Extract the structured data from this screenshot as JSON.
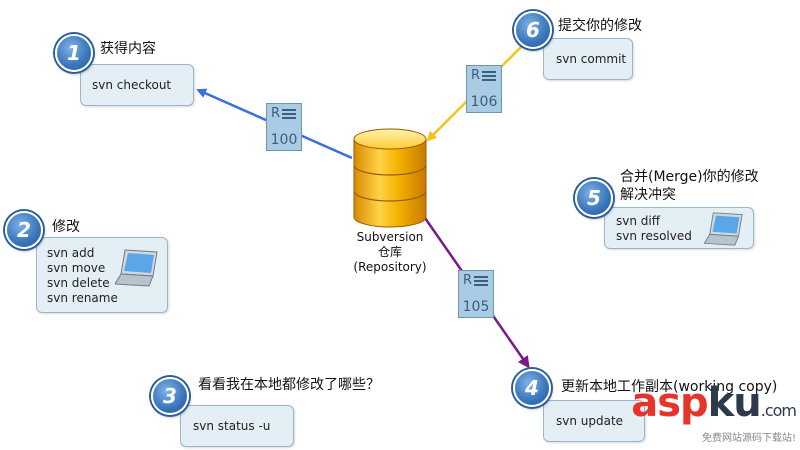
{
  "repository": {
    "name": "Subversion",
    "label_cn": "仓库",
    "label_en": "(Repository)"
  },
  "steps": [
    {
      "number": "1",
      "title": "获得内容",
      "commands": [
        "svn checkout"
      ]
    },
    {
      "number": "2",
      "title": "修改",
      "commands": [
        "svn add",
        "svn move",
        "svn delete",
        "svn rename"
      ]
    },
    {
      "number": "3",
      "title": "看看我在本地都修改了哪些？",
      "commands": [
        "svn status -u"
      ]
    },
    {
      "number": "4",
      "title": "更新本地工作副本(working copy)",
      "commands": [
        "svn update"
      ]
    },
    {
      "number": "5",
      "title": "合并(Merge)你的修改",
      "title2": "解决冲突",
      "commands": [
        "svn diff",
        "svn resolved"
      ]
    },
    {
      "number": "6",
      "title": "提交你的修改",
      "commands": [
        "svn commit"
      ]
    }
  ],
  "revisions": [
    {
      "prefix": "R",
      "number": "100"
    },
    {
      "prefix": "R",
      "number": "106"
    },
    {
      "prefix": "R",
      "number": "105"
    }
  ],
  "colors": {
    "checkout_arrow": "#3a6fe0",
    "commit_arrow": "#f3c214",
    "update_arrow": "#7a1a8a",
    "circle": "#3d79bf"
  },
  "watermark": {
    "asp": "asp",
    "ku": "ku",
    "com": ".com",
    "sub": "免费网站源码下载站!"
  }
}
